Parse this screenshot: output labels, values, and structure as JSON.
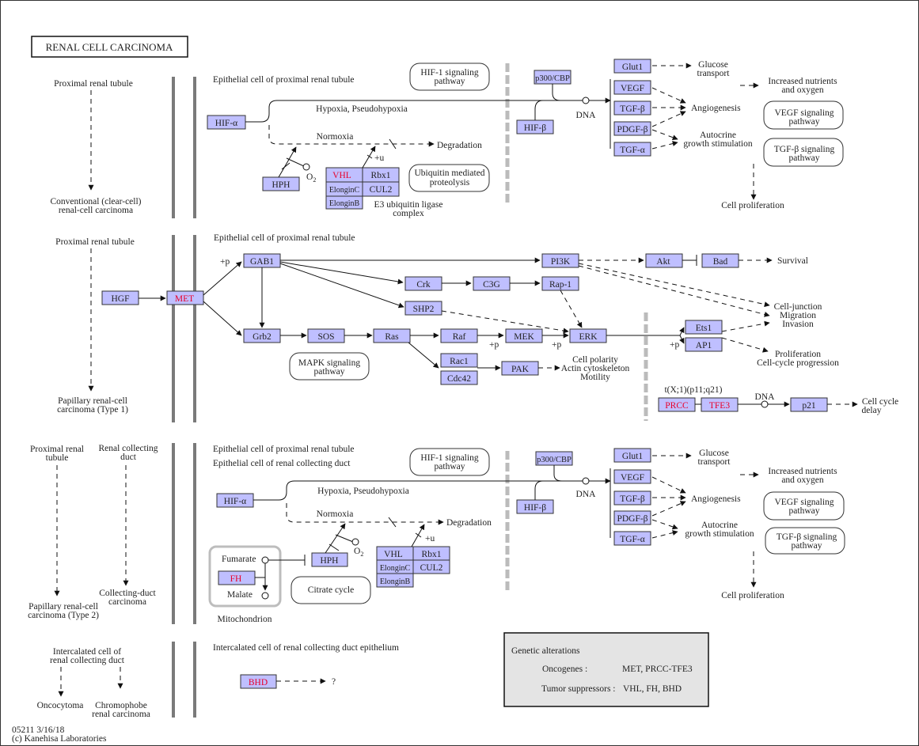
{
  "title": "RENAL  CELL  CARCINOMA",
  "footer": {
    "id_date": "05211 3/16/18",
    "copyright": "(c) Kanehisa Laboratories"
  },
  "left_labels": {
    "proximal1": "Proximal renal tubule",
    "clear_cell_1": "Conventional (clear-cell)",
    "clear_cell_2": "renal-cell carcinoma",
    "proximal2": "Proximal renal tubule",
    "papillary1_1": "Papillary renal-cell",
    "papillary1_2": "carcinoma (Type 1)",
    "proximal3_1": "Proximal renal",
    "proximal3_2": "tubule",
    "collecting_1": "Renal collecting",
    "collecting_2": "duct",
    "papillary2_1": "Papillary renal-cell",
    "papillary2_2": "carcinoma (Type 2)",
    "collduct_ca_1": "Collecting-duct",
    "collduct_ca_2": "carcinoma",
    "intercalated_1": "Intercalated cell of",
    "intercalated_2": "renal collecting duct",
    "oncocytoma": "Oncocytoma",
    "chromophobe_1": "Chromophobe",
    "chromophobe_2": "renal carcinoma"
  },
  "section_labels": {
    "s1": "Epithelial cell of proximal renal tubule",
    "s2": "Epithelial cell of proximal renal tubule",
    "s3a": "Epithelial cell of proximal renal tubule",
    "s3b": "Epithelial cell of renal collecting duct",
    "s4": "Intercalated cell of renal collecting duct epithelium"
  },
  "s1": {
    "hif1": "HIF-1 signaling",
    "hif1b": "pathway",
    "p300": "p300/CBP",
    "hifa": "HIF-α",
    "hifb": "HIF-β",
    "hypoxia": "Hypoxia, Pseudohypoxia",
    "normoxia": "Normoxia",
    "degradation": "Degradation",
    "dna": "DNA",
    "hph": "HPH",
    "o2": "O",
    "o2_sub": "2",
    "plus_u": "+u",
    "vhl": "VHL",
    "rbx1": "Rbx1",
    "elonginc": "ElonginC",
    "cul2": "CUL2",
    "elonginb": "ElonginB",
    "e3_1": "E3 ubiquitin ligase",
    "e3_2": "complex",
    "ubq_1": "Ubiquitin mediated",
    "ubq_2": "proteolysis",
    "glut1": "Glut1",
    "vegf": "VEGF",
    "tgfb": "TGF-β",
    "pdgfb": "PDGF-β",
    "tgfa": "TGF-α",
    "glucose_1": "Glucose",
    "glucose_2": "transport",
    "nutrients_1": "Increased nutrients",
    "nutrients_2": "and oxygen",
    "angio": "Angiogenesis",
    "autocrine_1": "Autocrine",
    "autocrine_2": "growth stimulation",
    "vegfsig_1": "VEGF signaling",
    "vegfsig_2": "pathway",
    "tgfbsig_1": "TGF-β signaling",
    "tgfbsig_2": "pathway",
    "prolif": "Cell proliferation"
  },
  "s2": {
    "hgf": "HGF",
    "met": "MET",
    "plus_p": "+p",
    "gab1": "GAB1",
    "grb2": "Grb2",
    "sos": "SOS",
    "ras": "Ras",
    "raf": "Raf",
    "mek": "MEK",
    "erk": "ERK",
    "pi3k": "PI3K",
    "akt": "Akt",
    "bad": "Bad",
    "survival": "Survival",
    "crk": "Crk",
    "c3g": "C3G",
    "rap1": "Rap-1",
    "shp2": "SHP2",
    "rac1": "Rac1",
    "cdc42": "Cdc42",
    "pak": "PAK",
    "mapk_1": "MAPK signaling",
    "mapk_2": "pathway",
    "polarity_1": "Cell polarity",
    "polarity_2": "Actin cytoskeleton",
    "polarity_3": "Motility",
    "ets1": "Ets1",
    "ap1": "AP1",
    "junction_1": "Cell-junction",
    "junction_2": "Migration",
    "junction_3": "Invasion",
    "prolif_1": "Proliferation",
    "prolif_2": "Cell-cycle progression",
    "translocation": "t(X;1)(p11;q21)",
    "prcc": "PRCC",
    "tfe3": "TFE3",
    "dna": "DNA",
    "p21": "p21",
    "delay_1": "Cell cycle",
    "delay_2": "delay"
  },
  "s3": {
    "hif1": "HIF-1 signaling",
    "hif1b": "pathway",
    "p300": "p300/CBP",
    "hifa": "HIF-α",
    "hifb": "HIF-β",
    "hypoxia": "Hypoxia, Pseudohypoxia",
    "normoxia": "Normoxia",
    "degradation": "Degradation",
    "dna": "DNA",
    "hph": "HPH",
    "o2": "O",
    "o2_sub": "2",
    "plus_u": "+u",
    "vhl": "VHL",
    "rbx1": "Rbx1",
    "elonginc": "ElonginC",
    "cul2": "CUL2",
    "elonginb": "ElonginB",
    "fumarate": "Fumarate",
    "fh": "FH",
    "malate": "Malate",
    "mito": "Mitochondrion",
    "citrate": "Citrate cycle",
    "glut1": "Glut1",
    "vegf": "VEGF",
    "tgfb": "TGF-β",
    "pdgfb": "PDGF-β",
    "tgfa": "TGF-α",
    "glucose_1": "Glucose",
    "glucose_2": "transport",
    "nutrients_1": "Increased nutrients",
    "nutrients_2": "and oxygen",
    "angio": "Angiogenesis",
    "autocrine_1": "Autocrine",
    "autocrine_2": "growth stimulation",
    "vegfsig_1": "VEGF signaling",
    "vegfsig_2": "pathway",
    "tgfbsig_1": "TGF-β signaling",
    "tgfbsig_2": "pathway",
    "prolif": "Cell proliferation"
  },
  "s4": {
    "bhd": "BHD",
    "q": "?"
  },
  "legend": {
    "title": "Genetic alterations",
    "onc_label": "Oncogenes :",
    "onc_value": "MET,  PRCC-TFE3",
    "sup_label": "Tumor suppressors :",
    "sup_value": "VHL, FH, BHD"
  },
  "colors": {
    "node_fill": "#bfbfff",
    "mutated_text": "#e8002a",
    "legend_fill": "#e4e4e4",
    "membrane": "#7a7a7a"
  }
}
